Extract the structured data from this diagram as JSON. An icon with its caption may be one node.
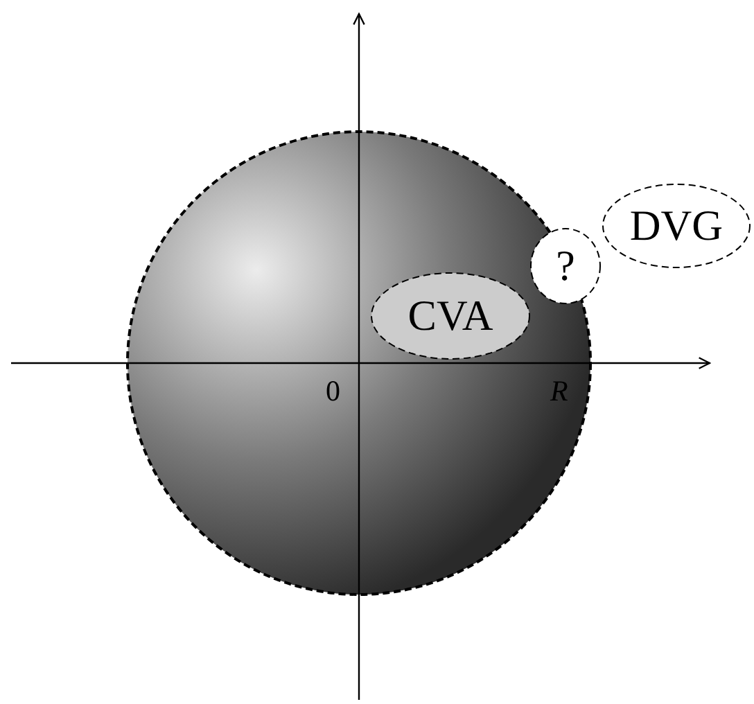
{
  "diagram": {
    "nodes": [
      {
        "text": [
          "DVG"
        ]
      },
      {
        "text": [
          "?"
        ]
      },
      {
        "text": [
          "CVA"
        ]
      }
    ],
    "labels": [
      "0",
      "R"
    ]
  }
}
